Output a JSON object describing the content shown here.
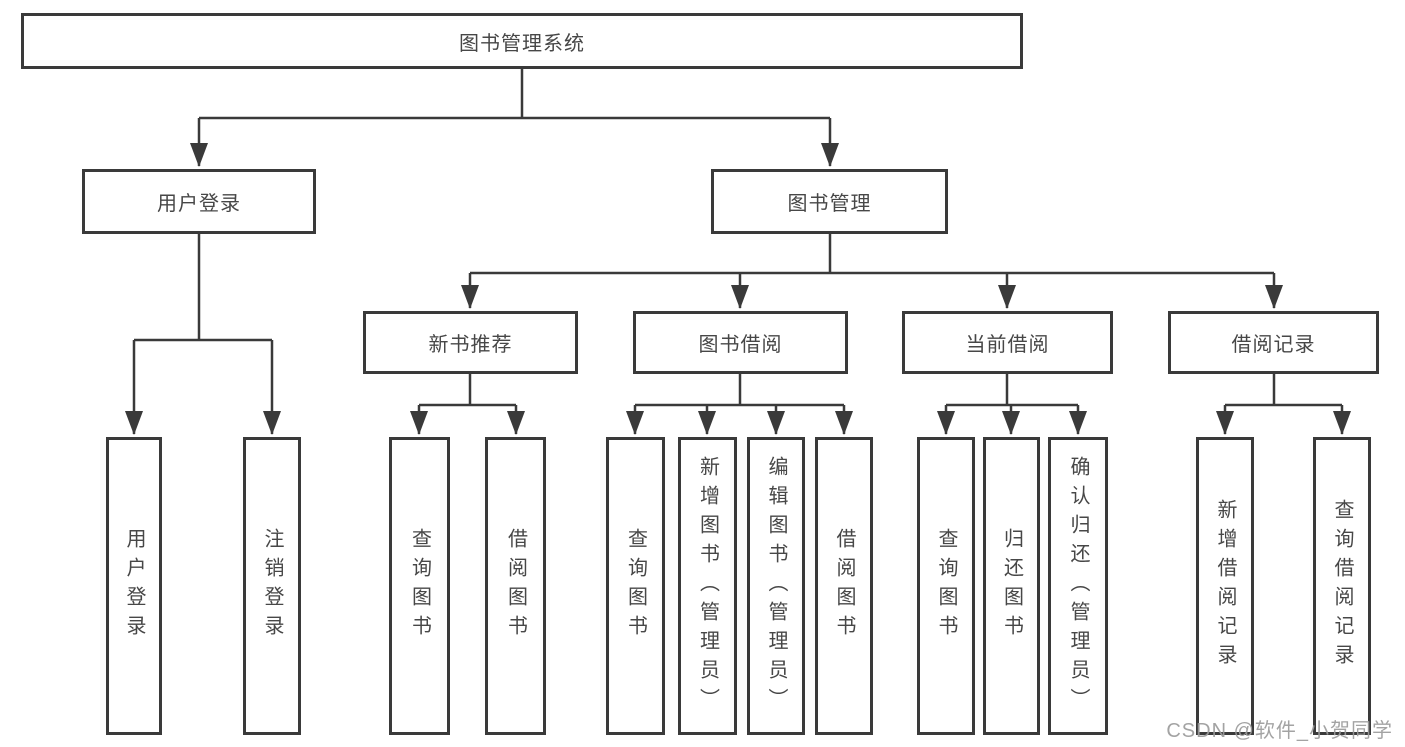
{
  "diagram": {
    "type": "tree",
    "orientation": "top-down",
    "colors": {
      "line": "#3a3a3a",
      "box_border": "#3a3a3a",
      "box_fill": "#ffffff",
      "text": "#474747",
      "watermark": "#9b9b9b",
      "background": "#ffffff"
    },
    "tree": {
      "root": {
        "label": "图书管理系统",
        "children": [
          {
            "label": "用户登录",
            "children": [
              {
                "label": "用户登录"
              },
              {
                "label": "注销登录"
              }
            ]
          },
          {
            "label": "图书管理",
            "children": [
              {
                "label": "新书推荐",
                "children": [
                  {
                    "label": "查询图书"
                  },
                  {
                    "label": "借阅图书"
                  }
                ]
              },
              {
                "label": "图书借阅",
                "children": [
                  {
                    "label": "查询图书"
                  },
                  {
                    "label": "新增图书（管理员）"
                  },
                  {
                    "label": "编辑图书（管理员）"
                  },
                  {
                    "label": "借阅图书"
                  }
                ]
              },
              {
                "label": "当前借阅",
                "children": [
                  {
                    "label": "查询图书"
                  },
                  {
                    "label": "归还图书"
                  },
                  {
                    "label": "确认归还（管理员）"
                  }
                ]
              },
              {
                "label": "借阅记录",
                "children": [
                  {
                    "label": "新增借阅记录"
                  },
                  {
                    "label": "查询借阅记录"
                  }
                ]
              }
            ]
          }
        ]
      }
    },
    "watermark": "CSDN @软件_小贺同学"
  }
}
